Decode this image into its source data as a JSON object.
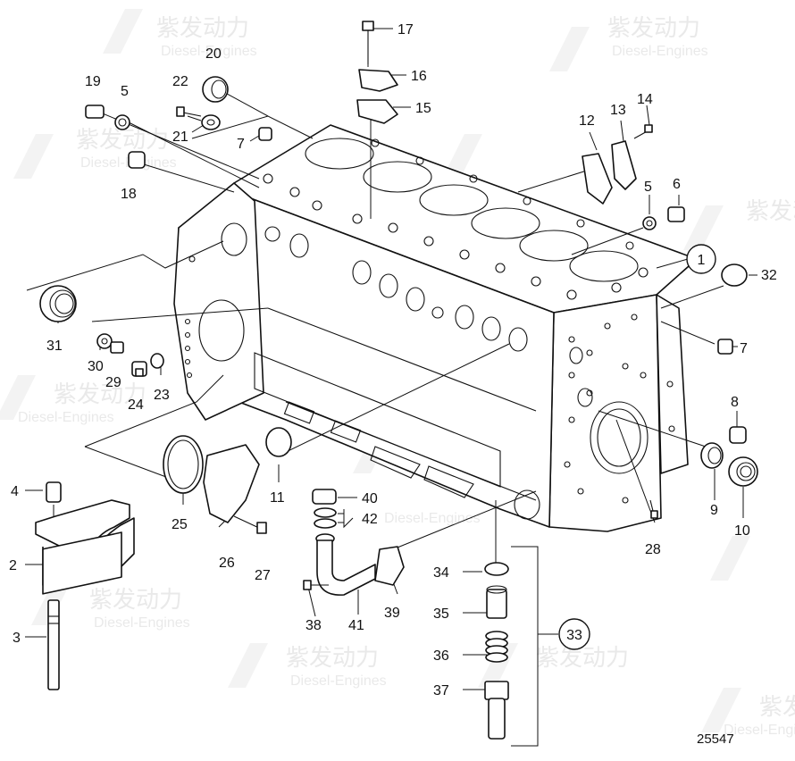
{
  "drawing_code": "25547",
  "watermark": {
    "brand_cn": "紫发动力",
    "brand_en": "Diesel-Engines"
  },
  "labels": {
    "n1": "1",
    "n2": "2",
    "n3": "3",
    "n4": "4",
    "n5a": "5",
    "n5b": "5",
    "n6": "6",
    "n7a": "7",
    "n7b": "7",
    "n8": "8",
    "n9": "9",
    "n10": "10",
    "n11": "11",
    "n12": "12",
    "n13": "13",
    "n14": "14",
    "n15": "15",
    "n16": "16",
    "n17": "17",
    "n18": "18",
    "n19": "19",
    "n20": "20",
    "n21": "21",
    "n22": "22",
    "n23": "23",
    "n24": "24",
    "n25": "25",
    "n26": "26",
    "n27": "27",
    "n28": "28",
    "n29": "29",
    "n30": "30",
    "n31": "31",
    "n32": "32",
    "n33": "33",
    "n34": "34",
    "n35": "35",
    "n36": "36",
    "n37": "37",
    "n38": "38",
    "n39": "39",
    "n40": "40",
    "n41": "41",
    "n42": "42"
  }
}
